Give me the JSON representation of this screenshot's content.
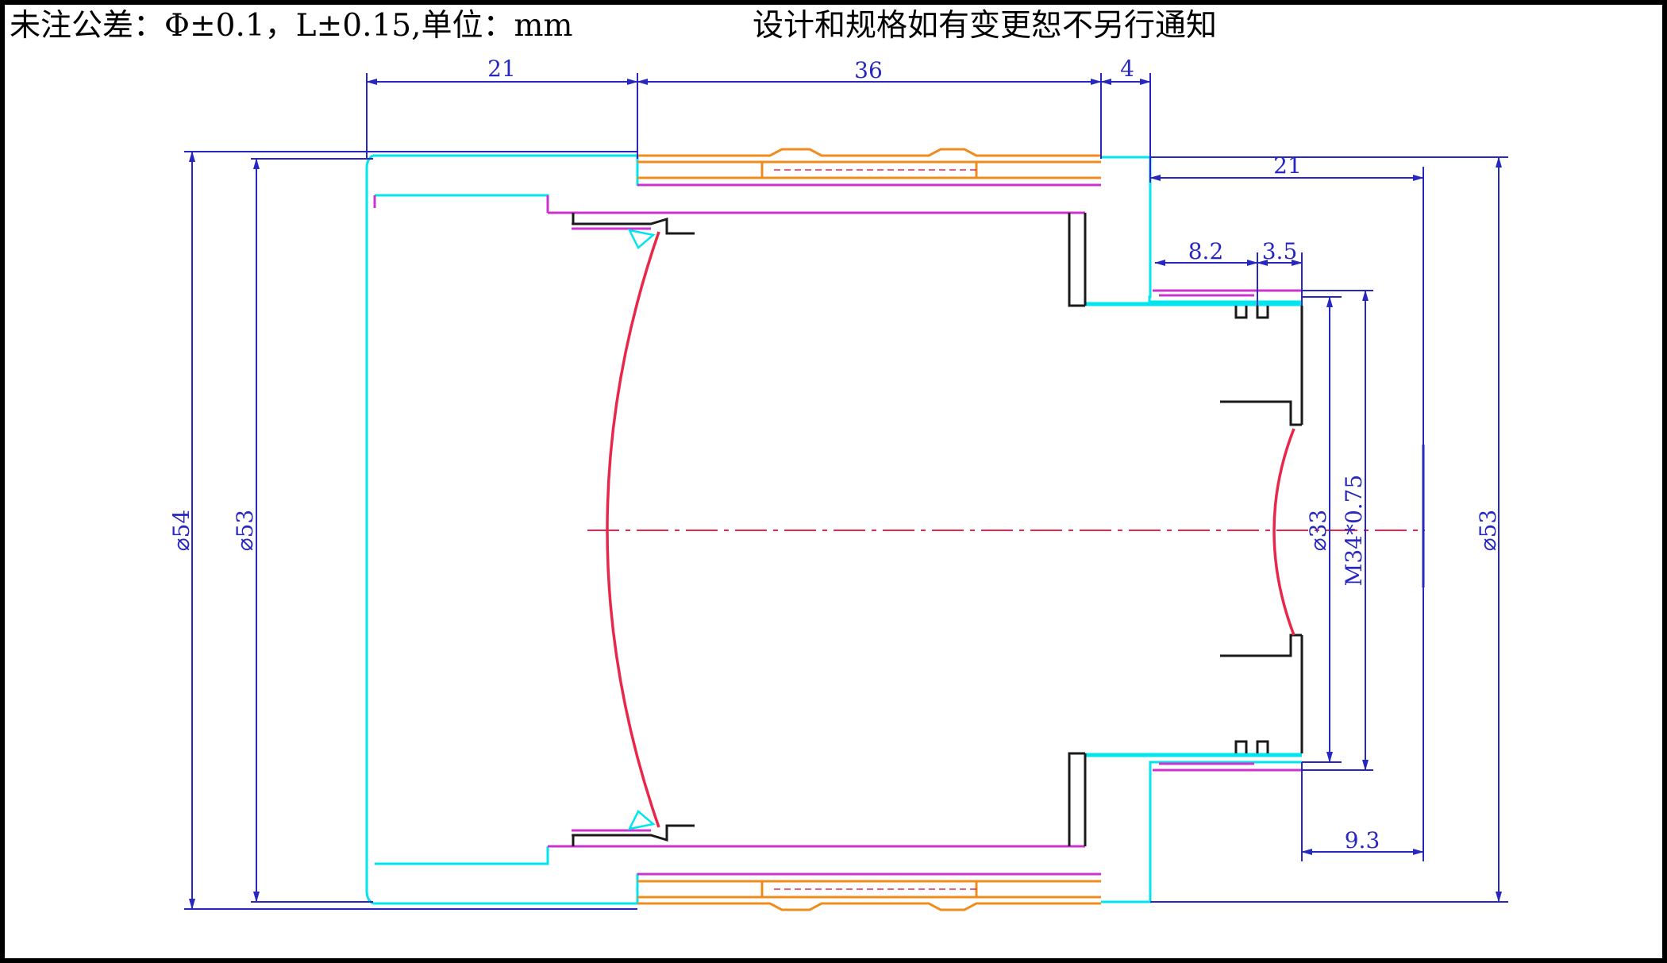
{
  "notes": {
    "tolerance": "未注公差：Φ±0.1，L±0.15,单位：mm",
    "disclaimer": "设计和规格如有变更恕不另行通知"
  },
  "dimensions": {
    "top_left_length": "21",
    "top_middle_length": "36",
    "top_right_length": "4",
    "right_length": "21",
    "thread_length": "8.2",
    "flange_length": "3.5",
    "bottom_right_length": "9.3",
    "outer_diameter": "⌀54",
    "body_diameter": "⌀53",
    "right_diameter": "⌀53",
    "mount_diameter": "⌀33",
    "thread_spec": "M34*0.75"
  },
  "colors": {
    "dimension": "#2828c0",
    "body": "#00e5ee",
    "barrel": "#cc33cc",
    "knurl": "#f08c1e",
    "lens": "#e8284a",
    "frame": "#000000"
  }
}
